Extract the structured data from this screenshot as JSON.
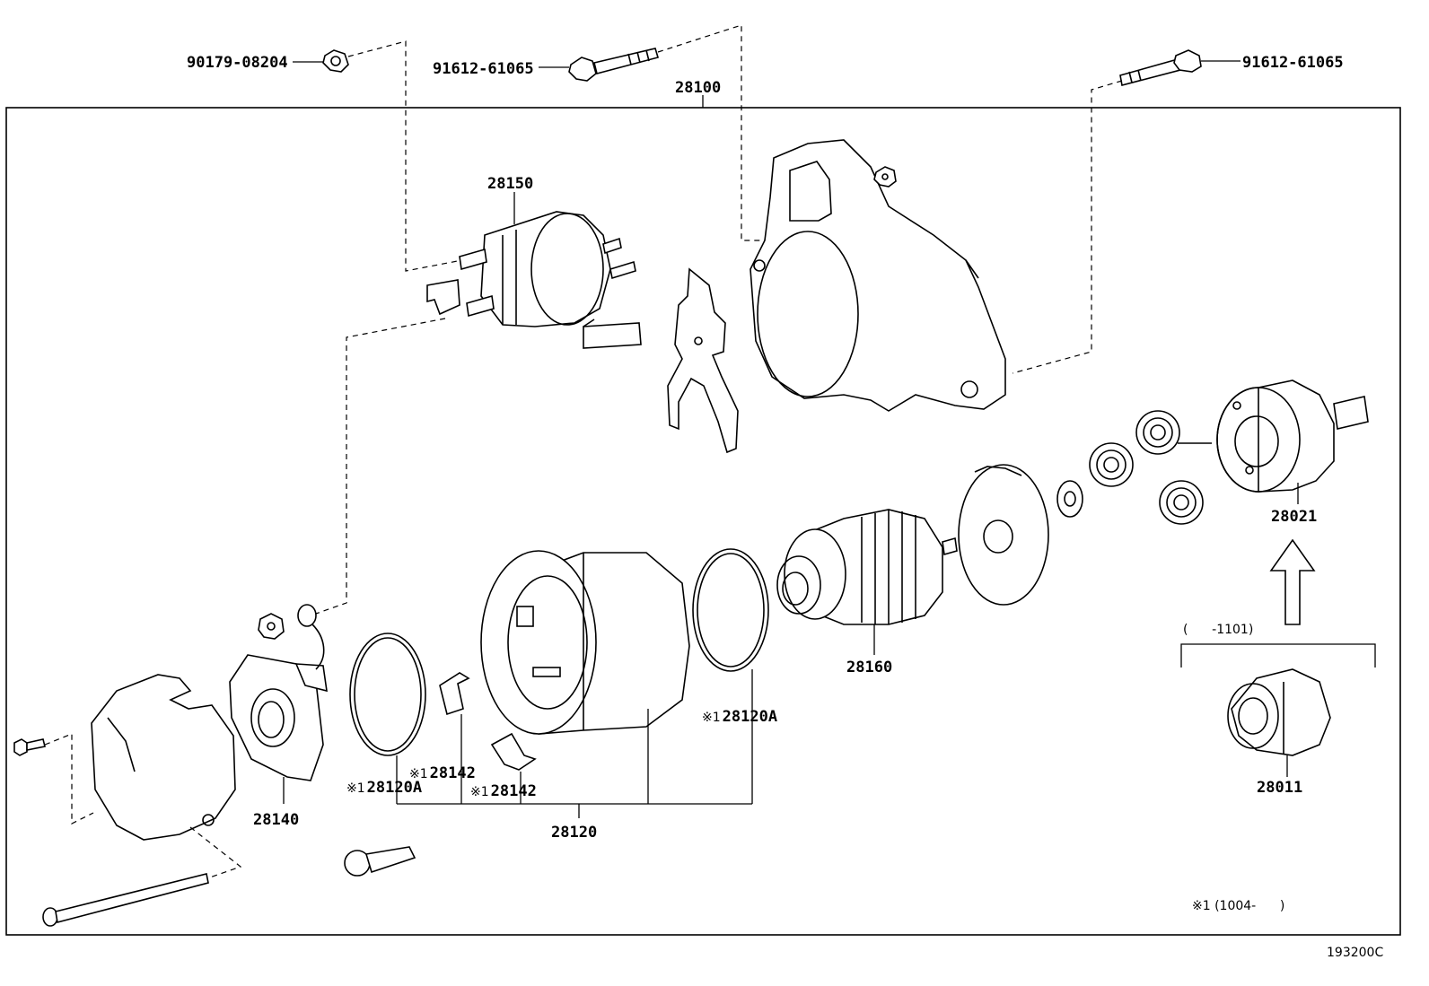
{
  "figure_code": "193200C",
  "assembly": {
    "part_no": "28100"
  },
  "parts": [
    {
      "part_no": "90179-08204"
    },
    {
      "part_no": "91612-61065"
    },
    {
      "part_no": "91612-61065"
    },
    {
      "part_no": "28150"
    },
    {
      "part_no": "28160"
    },
    {
      "part_no": "28021"
    },
    {
      "part_no": "28011"
    },
    {
      "part_no": "28140"
    },
    {
      "part_no": "28120"
    },
    {
      "part_no": "28120A",
      "marker": "※1"
    },
    {
      "part_no": "28120A",
      "marker": "※1"
    },
    {
      "part_no": "28142",
      "marker": "※1"
    },
    {
      "part_no": "28142",
      "marker": "※1"
    }
  ],
  "notes": {
    "range_bracket": "(      -1101)",
    "footnote": "※1 (1004-      )"
  }
}
